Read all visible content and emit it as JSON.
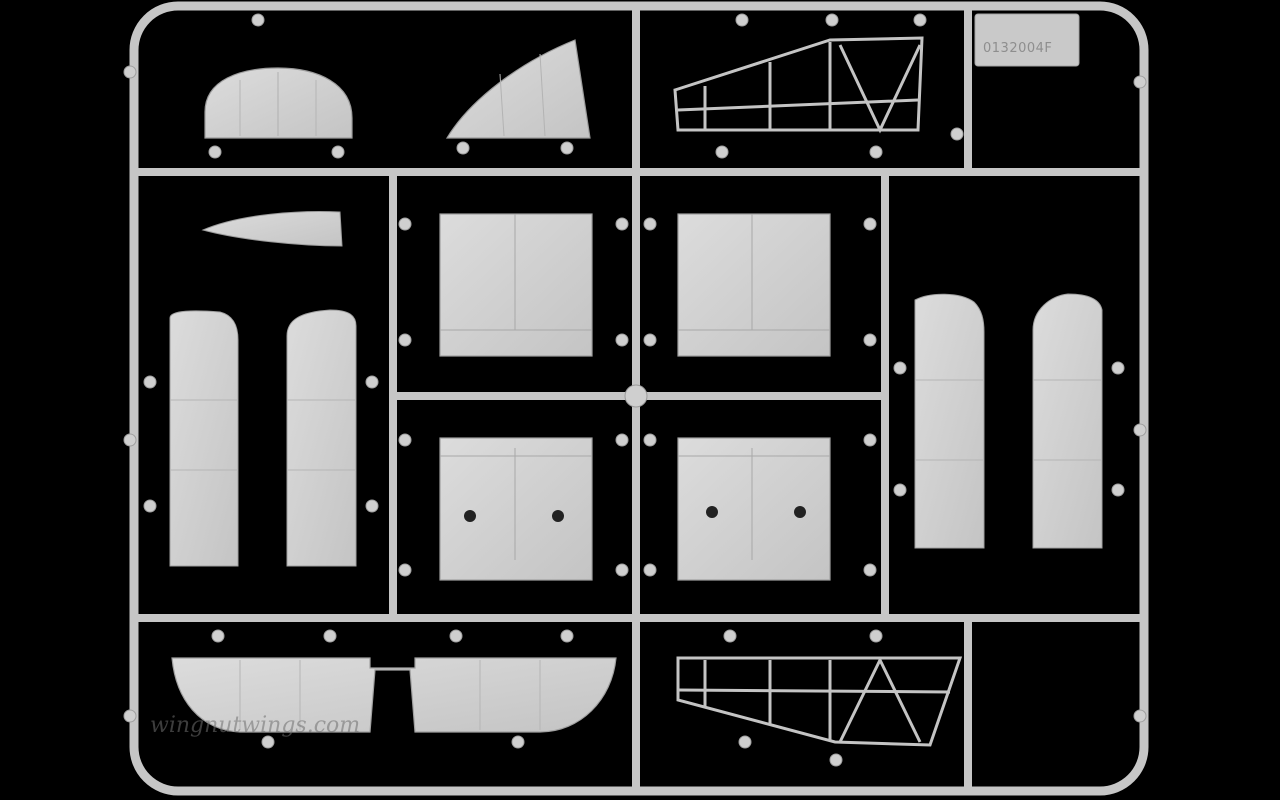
{
  "image": {
    "kind": "plastic model kit sprue",
    "part_number": "0132004F",
    "watermark": "wingnutwings.com",
    "colors": {
      "background": "#000000",
      "plastic_light": "#d2d2d2",
      "plastic_mid": "#bdbdbd",
      "plastic_dark": "#9c9c9c"
    }
  }
}
